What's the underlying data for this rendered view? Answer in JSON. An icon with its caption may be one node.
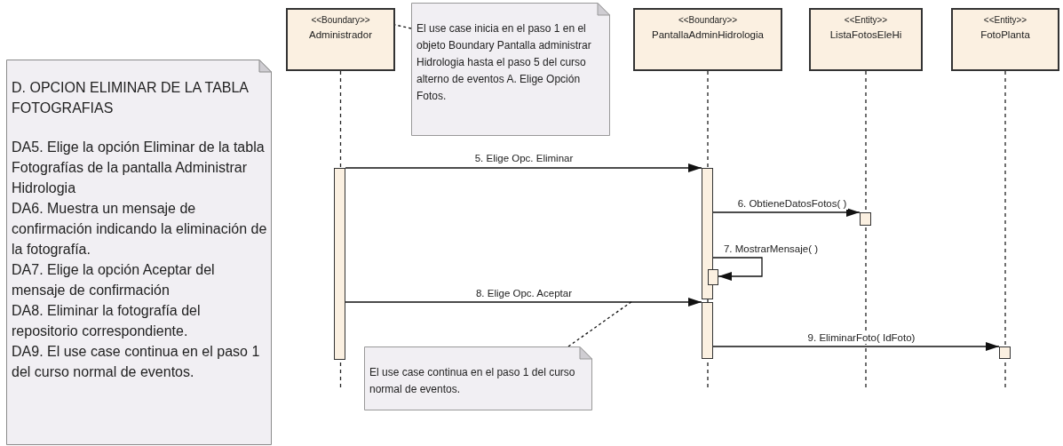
{
  "diagram": {
    "nodes": [
      {
        "text": [
          "D. OPCION ELIMINAR DE LA TABLA FOTOGRAFIAS",
          "DA5. Elige la opción Eliminar de la tabla Fotografías de la pantalla Administrar Hidrologia",
          "DA6. Muestra un mensaje de confirmación indicando la eliminación de la fotografía.",
          "DA7. Elige la opción Aceptar del mensaje de confirmación",
          "DA8. Eliminar la fotografía del repositorio correspondiente.",
          "DA9. El use case continua en el paso 1 del curso normal de eventos."
        ]
      },
      {
        "text": [
          "<<Boundary>>",
          "Administrador"
        ]
      },
      {
        "text": [
          "El use case inicia en el paso 1 en el objeto Boundary Pantalla administrar Hidrologia hasta el paso 5 del curso alterno de eventos A. Elige Opción Fotos."
        ]
      },
      {
        "text": [
          "<<Boundary>>",
          "PantallaAdminHidrologia"
        ]
      },
      {
        "text": [
          "<<Entity>>",
          "ListaFotosEleHi"
        ]
      },
      {
        "text": [
          "<<Entity>>",
          "FotoPlanta"
        ]
      },
      {
        "text": [
          "El use case continua en el paso 1 del curso normal de eventos."
        ]
      },
      {
        "text": [],
        "shape": "bar"
      },
      {
        "text": [],
        "shape": "bar"
      },
      {
        "text": [],
        "shape": "bar"
      },
      {
        "text": [],
        "shape": "bar"
      },
      {
        "text": [],
        "shape": "bar"
      },
      {
        "text": [],
        "shape": "bar"
      }
    ],
    "edges": [
      {
        "from": 2,
        "to": 1,
        "arrow": "none",
        "style": "dashed"
      },
      {
        "from": 7,
        "to": 8,
        "arrow": "to",
        "label": "5. Elige Opc. Eliminar"
      },
      {
        "from": 8,
        "to": 10,
        "arrow": "to",
        "label": "6. ObtieneDatosFotos( )"
      },
      {
        "from": 8,
        "to": 11,
        "arrow": "to",
        "label": "7. MostrarMensaje( )"
      },
      {
        "from": 7,
        "to": 9,
        "arrow": "to",
        "label": "8. Elige Opc. Aceptar"
      },
      {
        "from": 9,
        "to": 12,
        "arrow": "to",
        "label": "9. EliminarFoto( IdFoto)"
      },
      {
        "from": 6,
        "to": null,
        "arrow": "none",
        "style": "dashed"
      }
    ]
  }
}
